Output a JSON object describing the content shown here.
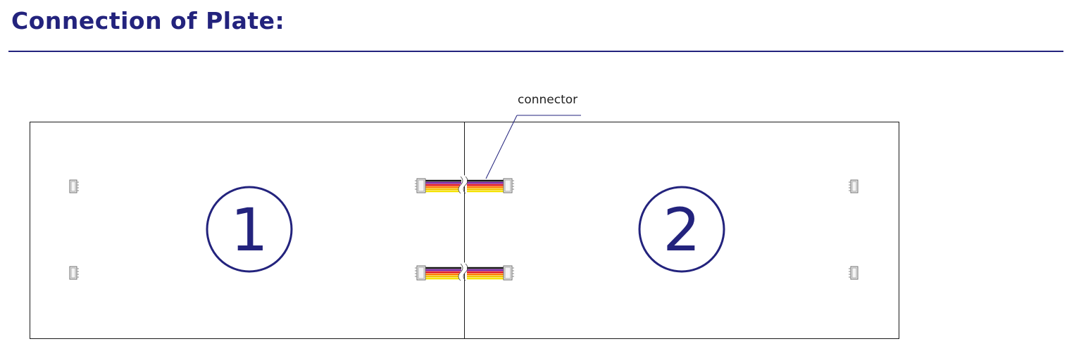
{
  "header": {
    "title": "Connection of Plate:"
  },
  "diagram": {
    "annotation": "connector",
    "plates": [
      {
        "number": "1"
      },
      {
        "number": "2"
      }
    ]
  },
  "colors": {
    "accent": "#23237d",
    "outline": "#1a1a1a",
    "wires": [
      "#111111",
      "#7a1fa2",
      "#e0141e",
      "#ff7a00",
      "#f2c200",
      "#f5e300"
    ]
  }
}
